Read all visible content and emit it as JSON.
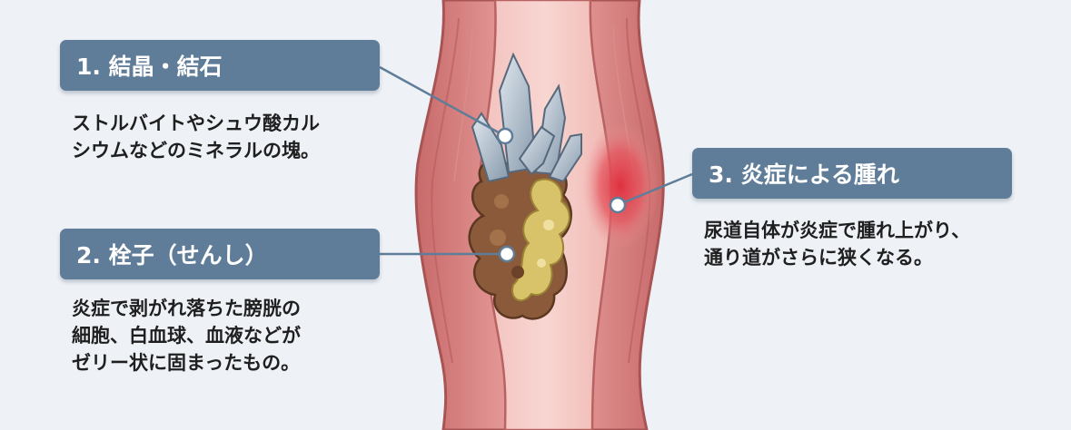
{
  "callouts": [
    {
      "title": "1. 結晶・結石",
      "description": "ストルバイトやシュウ酸カル\nシウムなどのミネラルの塊。"
    },
    {
      "title": "2. 栓子（せんし）",
      "description": "炎症で剥がれ落ちた膀胱の\n細胞、白血球、血液などが\nゼリー状に固まったもの。"
    },
    {
      "title": "3. 炎症による腫れ",
      "description": "尿道自体が炎症で腫れ上がり、\n通り道がさらに狭くなる。"
    }
  ],
  "colors": {
    "background": "#eef2f7",
    "label_fill": "#5f7d99",
    "urethra_wall": "#e8a0a0",
    "inflammation": "#e0313f",
    "crystal": "#a9b8c6",
    "plug_brown": "#8a5a3a",
    "plug_yellow": "#d9c36a"
  }
}
